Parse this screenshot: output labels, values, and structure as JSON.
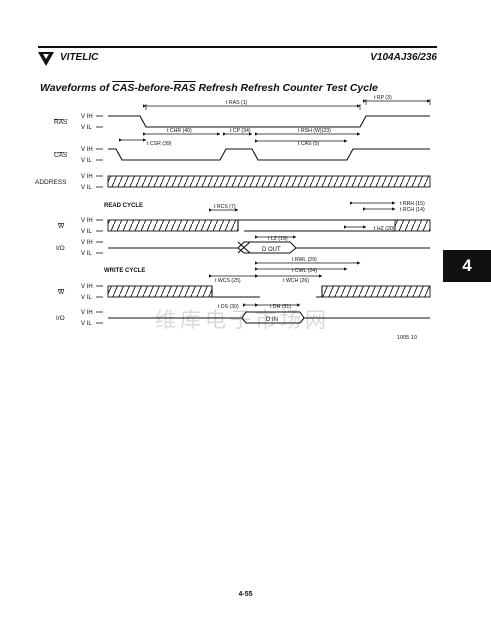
{
  "header": {
    "brand": "VITELIC",
    "part_number": "V104AJ36/236"
  },
  "title": {
    "prefix": "Waveforms of ",
    "cas_bar": "CAS",
    "mid": "-before-",
    "ras_bar": "RAS",
    "suffix": " Refresh Refresh Counter Test Cycle"
  },
  "section_tab": "4",
  "page_number": "4-55",
  "figure_id": "1005 10",
  "watermark": "维库电子市场网",
  "signals": {
    "ras": "RAS",
    "cas": "CAS",
    "address": "ADDRESS",
    "w_read": "W",
    "io_read": "I/O",
    "w_write": "W",
    "io_write": "I/O"
  },
  "levels": {
    "vih": "V IH",
    "vil": "V IL"
  },
  "cycles": {
    "read": "READ CYCLE",
    "write": "WRITE CYCLE"
  },
  "timing": {
    "tras": "t RAS (1)",
    "trp": "t RP (3)",
    "tchr": "t CHR (40)",
    "tcsr": "t CSR (39)",
    "tcp": "t CP (34)",
    "trsh": "t RSH (W)(23)",
    "tcas": "t CAS (5)",
    "trcs": "t RCS (7)",
    "trrh": "t RRH (15)",
    "trch": "t RCH (14)",
    "tlz": "t LZ (19)",
    "thz": "t HZ (20)",
    "trwl": "t RWL (29)",
    "tcwl": "t CWL (24)",
    "twcs": "t WCS (25)",
    "twch": "t WCH (26)",
    "tds": "t DS (30)",
    "tdh": "t DH (31)"
  },
  "data_labels": {
    "dout": "D OUT",
    "din": "D IN"
  }
}
